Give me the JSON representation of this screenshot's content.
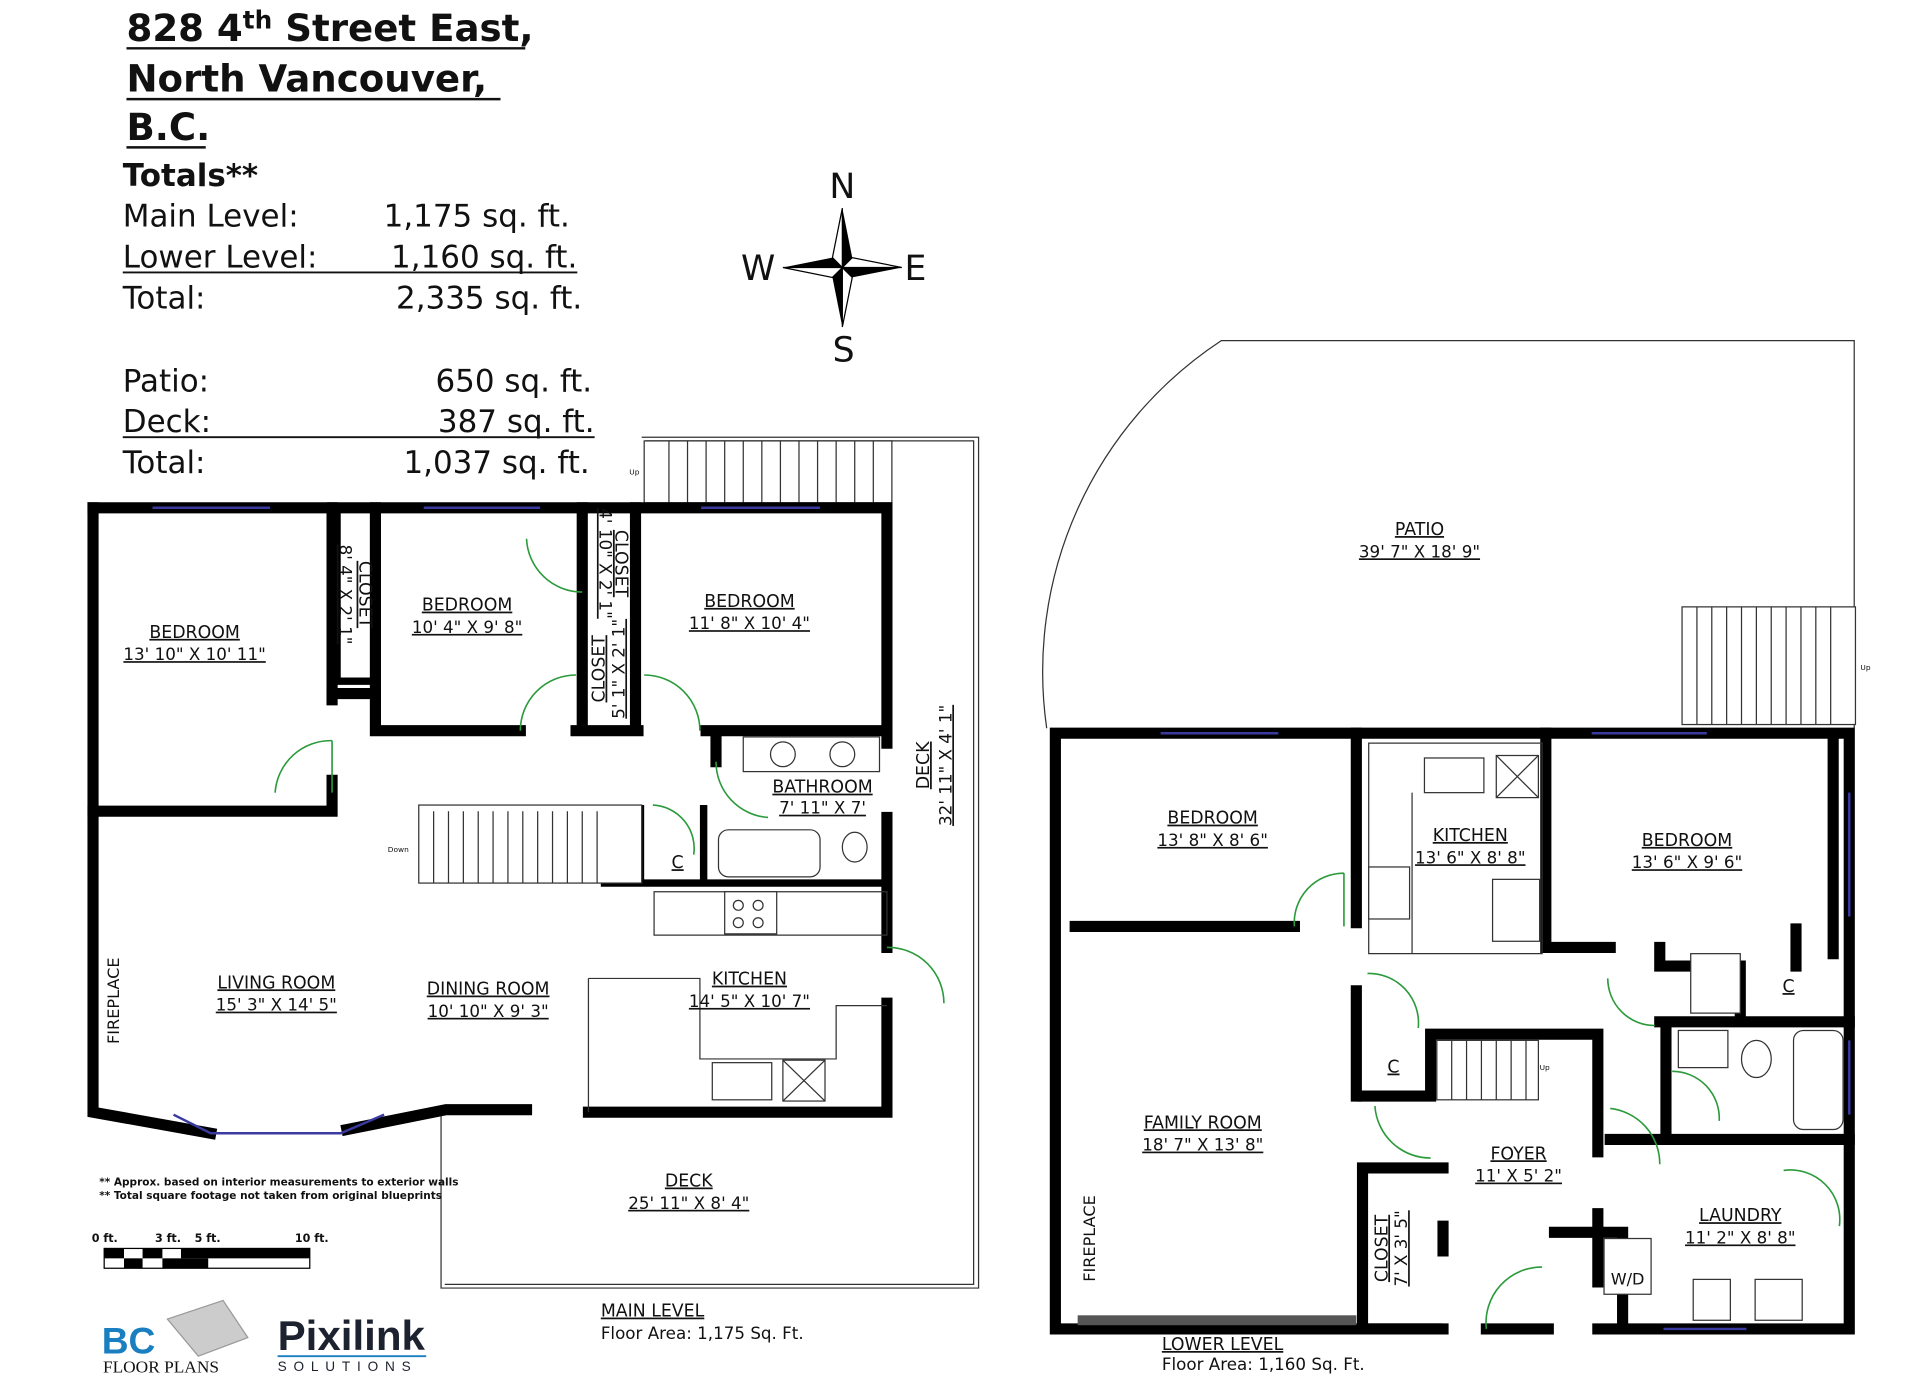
{
  "address": {
    "line1": "828 4",
    "line1_sup": "th",
    "line1_rest": " Street East,",
    "line2": "North Vancouver,",
    "line3": "B.C."
  },
  "totals": {
    "heading": "Totals**",
    "rows": [
      {
        "label": "Main Level:",
        "value": "1,175 sq. ft."
      },
      {
        "label": "Lower Level:",
        "value": "1,160 sq. ft."
      },
      {
        "label": "Total:",
        "value": "2,335 sq. ft."
      },
      {
        "label": "Patio:",
        "value": "650 sq. ft."
      },
      {
        "label": "Deck:",
        "value": "387  sq. ft."
      },
      {
        "label": "Total:",
        "value": "1,037 sq. ft."
      }
    ]
  },
  "compass": {
    "n": "N",
    "s": "S",
    "e": "E",
    "w": "W"
  },
  "main_level": {
    "title": "MAIN LEVEL",
    "area": "Floor Area: 1,175 Sq. Ft.",
    "rooms": [
      {
        "name": "BEDROOM",
        "dim": "13' 10\" X 10' 11\""
      },
      {
        "name": "BEDROOM",
        "dim": "10' 4\" X 9' 8\""
      },
      {
        "name": "BEDROOM",
        "dim": "11' 8\" X 10' 4\""
      },
      {
        "name": "BATHROOM",
        "dim": "7' 11\" X 7'"
      },
      {
        "name": "LIVING ROOM",
        "dim": "15' 3\" X 14' 5\""
      },
      {
        "name": "DINING ROOM",
        "dim": "10' 10\" X 9' 3\""
      },
      {
        "name": "KITCHEN",
        "dim": "14' 5\" X 10' 7\""
      },
      {
        "name": "DECK",
        "dim": "25' 11\" X 8' 4\""
      },
      {
        "name": "DECK",
        "dim": "32' 11\" X 4' 1\""
      },
      {
        "name": "CLOSET",
        "dim": "8' 4\" X 2' 1\""
      },
      {
        "name": "CLOSET",
        "dim": "4' 10\" X 2' 1\""
      },
      {
        "name": "CLOSET",
        "dim": "5' 1\" X 2' 1\""
      }
    ],
    "fireplace": "FIREPLACE",
    "closet_c": "C",
    "stairs_down": "Down",
    "stairs_up": "Up"
  },
  "lower_level": {
    "title": "LOWER LEVEL",
    "area": "Floor Area: 1,160 Sq. Ft.",
    "rooms": [
      {
        "name": "PATIO",
        "dim": "39' 7\" X 18' 9\""
      },
      {
        "name": "BEDROOM",
        "dim": "13' 8\" X 8' 6\""
      },
      {
        "name": "KITCHEN",
        "dim": "13' 6\" X 8' 8\""
      },
      {
        "name": "BEDROOM",
        "dim": "13' 6\" X 9' 6\""
      },
      {
        "name": "FAMILY ROOM",
        "dim": "18' 7\" X 13' 8\""
      },
      {
        "name": "FOYER",
        "dim": "11' X 5' 2\""
      },
      {
        "name": "LAUNDRY",
        "dim": "11' 2\" X 8' 8\""
      },
      {
        "name": "CLOSET",
        "dim": "7' X 3' 5\""
      }
    ],
    "fireplace": "FIREPLACE",
    "closet_c": "C",
    "wd": "W/D",
    "stairs_up": "Up"
  },
  "notes": [
    "** Approx. based on interior measurements to exterior walls",
    "** Total square footage not taken from original blueprints"
  ],
  "scale": {
    "labels": [
      "0 ft.",
      "3 ft.",
      "5 ft.",
      "10 ft."
    ]
  },
  "logos": {
    "bc": "BC",
    "bc_sub": "FLOOR PLANS",
    "pixilink": "Pixilink",
    "pixilink_sub": "SOLUTIONS"
  },
  "colors": {
    "wall": "#000000",
    "window": "#3a3aa0",
    "door": "#2a9a3a",
    "logo_blue": "#1a7fc1"
  }
}
